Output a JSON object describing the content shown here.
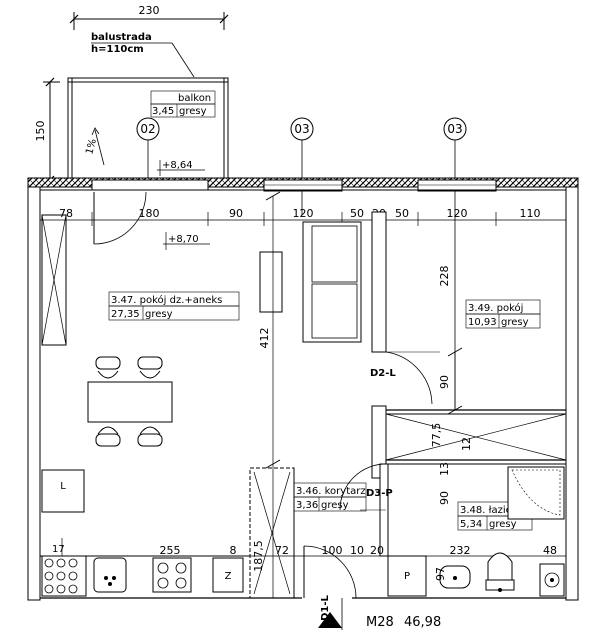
{
  "dimensions": {
    "balcony_width": "230",
    "balcony_depth": "150",
    "top": [
      "78",
      "180",
      "90",
      "120",
      "50",
      "20",
      "50",
      "120",
      "110"
    ],
    "hall_height": "412",
    "room_height": "228",
    "door_90_right": "90",
    "bath_strip": "77,5",
    "bath_strip_b": "12",
    "thirteen": "13",
    "bath_door": "90",
    "corridor_left": "187,5",
    "bottom": [
      "255",
      "8",
      "72",
      "100",
      "10",
      "20",
      "232",
      "48"
    ],
    "bath_97": "97",
    "width_17": "17"
  },
  "labels": {
    "railing_line1": "balustrada",
    "railing_line2": "h=110cm",
    "slope": "1%",
    "level_balcony": "+8,64",
    "level_room": "+8,70",
    "entry_door": "D1-L",
    "room_door": "D2-L",
    "bath_door": "D3-P",
    "cabinet_l": "L",
    "cabinet_z": "Z",
    "cabinet_p": "P"
  },
  "rooms": [
    {
      "name": "balkon",
      "area": "3,45",
      "finish": "gresy"
    },
    {
      "name": "3.47. pokój dz.+aneks",
      "area": "27,35",
      "finish": "gresy"
    },
    {
      "name": "3.49. pokój",
      "area": "10,93",
      "finish": "gresy"
    },
    {
      "name": "3.46. korytarz",
      "area": "3,36",
      "finish": "gresy"
    },
    {
      "name": "3.48. łazienka",
      "area": "5,34",
      "finish": "gresy"
    }
  ],
  "axis_markers": [
    "02",
    "03",
    "03"
  ],
  "unit_tag": {
    "code": "M28",
    "area": "46,98"
  }
}
